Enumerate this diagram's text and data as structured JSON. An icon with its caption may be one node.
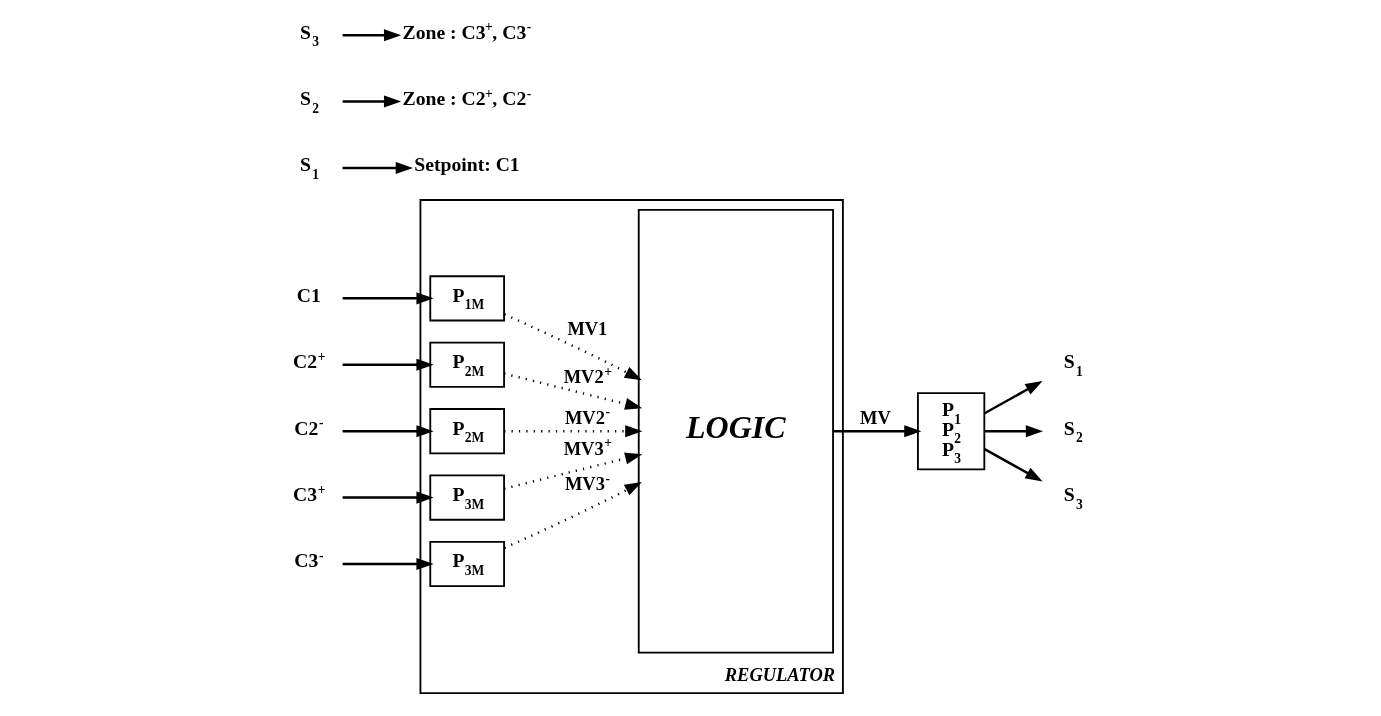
{
  "diagram": {
    "nodes": [
      {
        "text": [
          "REGULATOR"
        ]
      },
      {
        "text": [
          "P$_{1M}$"
        ],
        "in": 0
      },
      {
        "text": [
          "P$_{2M}$"
        ],
        "in": 0
      },
      {
        "text": [
          "P$_{2M}$"
        ],
        "in": 0
      },
      {
        "text": [
          "P$_{3M}$"
        ],
        "in": 0
      },
      {
        "text": [
          "P$_{3M}$"
        ],
        "in": 0
      },
      {
        "text": [
          "LOGIC"
        ],
        "in": 0
      },
      {
        "text": [
          "C1"
        ]
      },
      {
        "text": [
          "C2$^{+}$"
        ]
      },
      {
        "text": [
          "C2$^{-}$"
        ]
      },
      {
        "text": [
          "C3$^{+}$"
        ]
      },
      {
        "text": [
          "C3$^{-}$"
        ]
      },
      {
        "text": [
          "P$_{1}$",
          "P$_{2}$",
          "P$_{3}$"
        ]
      },
      {
        "text": [
          "S$_{1}$"
        ]
      },
      {
        "text": [
          "S$_{2}$"
        ]
      },
      {
        "text": [
          "S$_{3}$"
        ]
      },
      {
        "text": [
          "S$_{1}$"
        ]
      },
      {
        "text": [
          "Setpoint: C1"
        ]
      },
      {
        "text": [
          "S$_{2}$"
        ]
      },
      {
        "text": [
          "Zone : C2$^{+}$, C2$^{-}$"
        ]
      },
      {
        "text": [
          "S$_{3}$"
        ]
      },
      {
        "text": [
          "Zone : C3$^{+}$, C3$^{-}$"
        ]
      }
    ],
    "edges": [
      {
        "from": 7,
        "to": 1,
        "arrow": "to"
      },
      {
        "from": 8,
        "to": 2,
        "arrow": "to"
      },
      {
        "from": 9,
        "to": 3,
        "arrow": "to"
      },
      {
        "from": 10,
        "to": 4,
        "arrow": "to"
      },
      {
        "from": 11,
        "to": 5,
        "arrow": "to"
      },
      {
        "from": 1,
        "to": 6,
        "arrow": "to",
        "label": "MV1",
        "style": "dashed"
      },
      {
        "from": 2,
        "to": 6,
        "arrow": "to",
        "label": "MV2$^{+}$",
        "style": "dashed"
      },
      {
        "from": 3,
        "to": 6,
        "arrow": "to",
        "label": "MV2$^{-}$",
        "style": "dashed"
      },
      {
        "from": 4,
        "to": 6,
        "arrow": "to",
        "label": "MV3$^{+}$",
        "style": "dashed"
      },
      {
        "from": 5,
        "to": 6,
        "arrow": "to",
        "label": "MV3$^{-}$",
        "style": "dashed"
      },
      {
        "from": 6,
        "to": 12,
        "arrow": "to",
        "label": "MV"
      },
      {
        "from": 12,
        "to": 13,
        "arrow": "to"
      },
      {
        "from": 12,
        "to": 14,
        "arrow": "to"
      },
      {
        "from": 12,
        "to": 15,
        "arrow": "to"
      },
      {
        "from": 16,
        "to": 17,
        "arrow": "to"
      },
      {
        "from": 18,
        "to": 19,
        "arrow": "to"
      },
      {
        "from": 20,
        "to": 21,
        "arrow": "to"
      }
    ]
  }
}
